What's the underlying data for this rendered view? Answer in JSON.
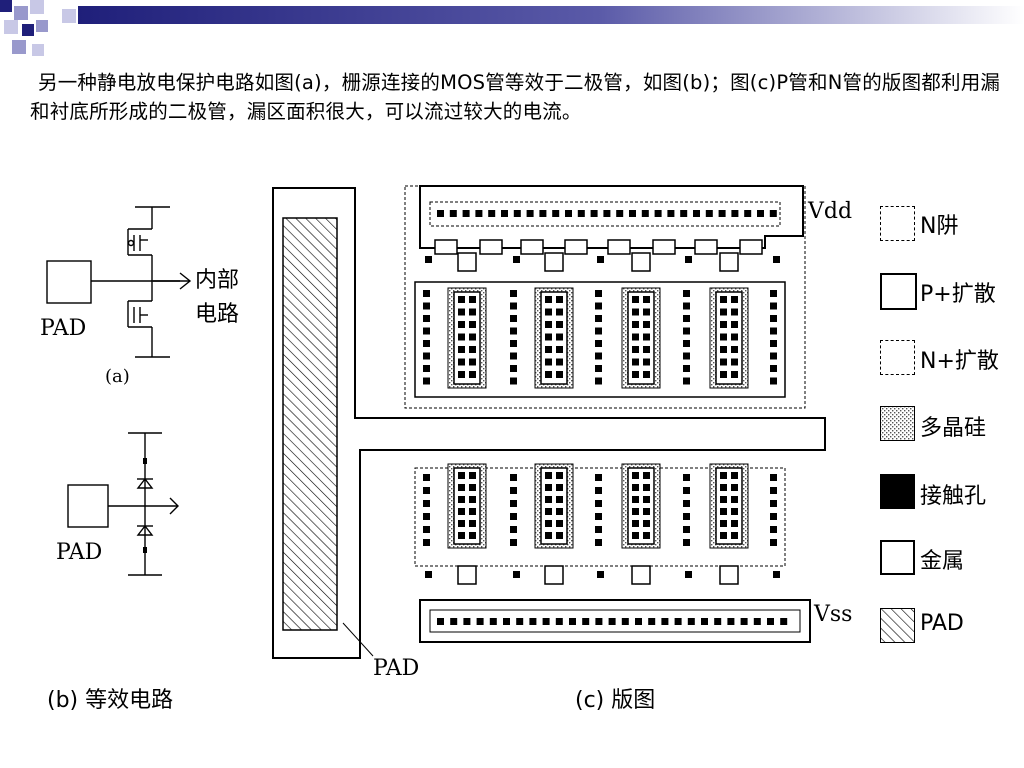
{
  "paragraph": "另一种静电放电保护电路如图(a)，栅源连接的MOS管等效于二极管，如图(b)；图(c)P管和N管的版图都利用漏和衬底所形成的二极管，漏区面积很大，可以流过较大的电流。",
  "circuit_a": {
    "pad": "PAD",
    "internal_line1": "内部",
    "internal_line2": "电路",
    "tag": "(a)"
  },
  "circuit_b": {
    "pad": "PAD",
    "caption": "(b) 等效电路"
  },
  "layout_c": {
    "vdd": "Vdd",
    "vss": "Vss",
    "pad": "PAD",
    "caption": "(c) 版图"
  },
  "legend": [
    {
      "label": "N阱"
    },
    {
      "label": "P+扩散"
    },
    {
      "label": "N+扩散"
    },
    {
      "label": "多晶硅"
    },
    {
      "label": "接触孔"
    },
    {
      "label": "金属"
    },
    {
      "label": "PAD"
    }
  ],
  "colors": {
    "deco_dark": "#1f1f7a",
    "deco_light": "#9999cc"
  }
}
